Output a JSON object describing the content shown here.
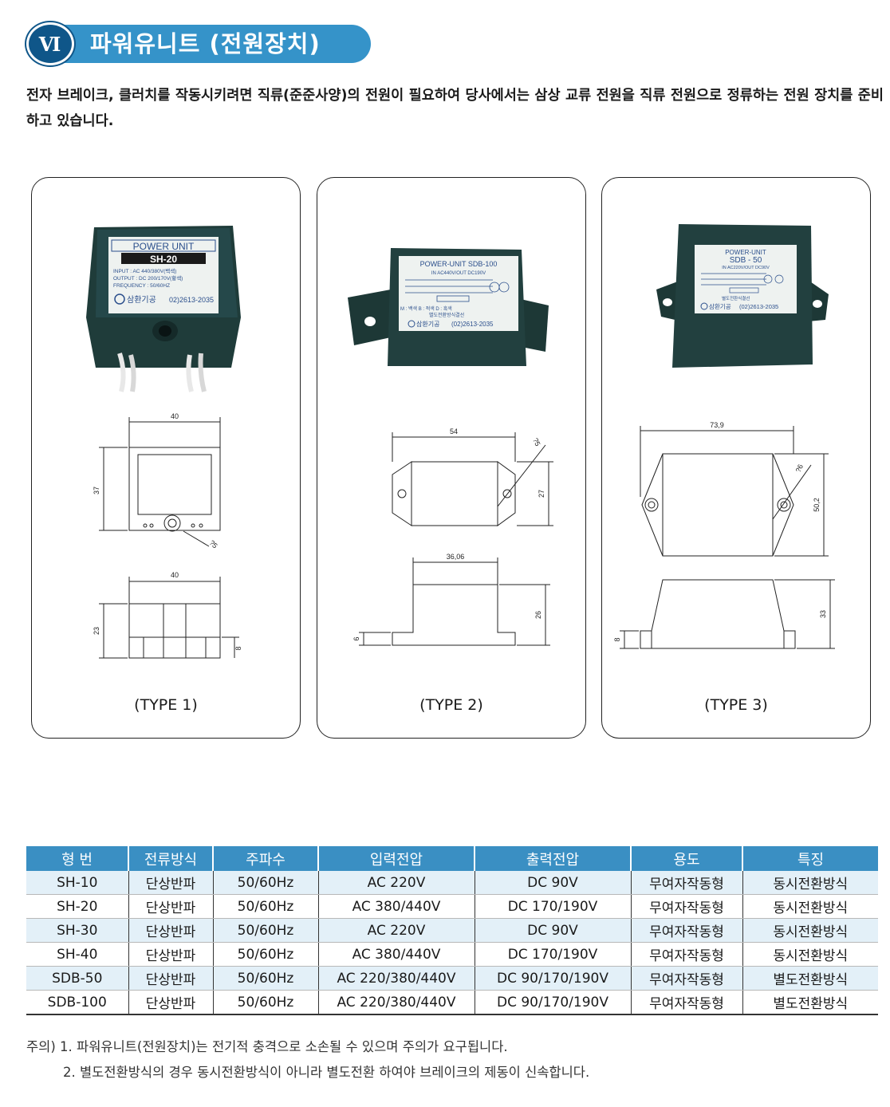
{
  "header": {
    "numeral": "Ⅵ",
    "title": "파워유니트 (전원장치)"
  },
  "intro": "전자 브레이크, 클러치를 작동시키려면 직류(준준사양)의 전원이 필요하여 당사에서는 삼상 교류 전원을 직류 전원으로 정류하는 전원 장치를 준비하고 있습니다.",
  "cards": [
    {
      "label": "(TYPE 1)",
      "photo": {
        "title": "POWER UNIT",
        "model": "SH-20",
        "lines": [
          "INPUT   : AC 440/380V(백색)",
          "OUTPUT : DC 200/170V(황색)",
          "FREQUENCY : 50/60HZ"
        ],
        "maker": "삼환기공",
        "phone": "02)2613-2035"
      },
      "dims": {
        "top_w": "40",
        "top_h": "37",
        "hole": "?5",
        "side_w": "40",
        "side_h": "23",
        "base_h": "8"
      }
    },
    {
      "label": "(TYPE 2)",
      "photo": {
        "title": "POWER-UNIT SDB-100",
        "model": "",
        "lines": [
          "IN AC440V/OUT DC190V",
          "M : 백색 B : 적색 D : 흑색",
          "별도전환방식결선"
        ],
        "maker": "삼환기공",
        "phone": "(02)2613-2035"
      },
      "dims": {
        "top_w": "54",
        "top_h": "27",
        "hole": "?5",
        "side_w": "36,06",
        "side_h": "26",
        "base_h": "6"
      }
    },
    {
      "label": "(TYPE 3)",
      "photo": {
        "title": "POWER-UNIT",
        "model": "SDB - 50",
        "lines": [
          "IN AC220V/OUT DC90V",
          "별도전환식결선"
        ],
        "maker": "삼환기공",
        "phone": "(02)2613-2035"
      },
      "dims": {
        "top_w": "73,9",
        "top_h": "50,2",
        "hole": "?6",
        "side_w": "",
        "side_h": "33",
        "base_h": "8"
      }
    }
  ],
  "table": {
    "headers": [
      "형 번",
      "전류방식",
      "주파수",
      "입력전압",
      "출력전압",
      "용도",
      "특징"
    ],
    "rows": [
      [
        "SH-10",
        "단상반파",
        "50/60Hz",
        "AC 220V",
        "DC 90V",
        "무여자작동형",
        "동시전환방식"
      ],
      [
        "SH-20",
        "단상반파",
        "50/60Hz",
        "AC 380/440V",
        "DC 170/190V",
        "무여자작동형",
        "동시전환방식"
      ],
      [
        "SH-30",
        "단상반파",
        "50/60Hz",
        "AC 220V",
        "DC 90V",
        "무여자작동형",
        "동시전환방식"
      ],
      [
        "SH-40",
        "단상반파",
        "50/60Hz",
        "AC 380/440V",
        "DC 170/190V",
        "무여자작동형",
        "동시전환방식"
      ],
      [
        "SDB-50",
        "단상반파",
        "50/60Hz",
        "AC 220/380/440V",
        "DC 90/170/190V",
        "무여자작동형",
        "별도전환방식"
      ],
      [
        "SDB-100",
        "단상반파",
        "50/60Hz",
        "AC 220/380/440V",
        "DC 90/170/190V",
        "무여자작동형",
        "별도전환방식"
      ]
    ]
  },
  "notes": [
    "주의) 1. 파워유니트(전원장치)는 전기적 충격으로 소손될 수 있으며 주의가 요구됩니다.",
    "2. 별도전환방식의 경우 동시전환방식이 아니라 별도전환 하여야 브레이크의 제동이 신속합니다."
  ]
}
